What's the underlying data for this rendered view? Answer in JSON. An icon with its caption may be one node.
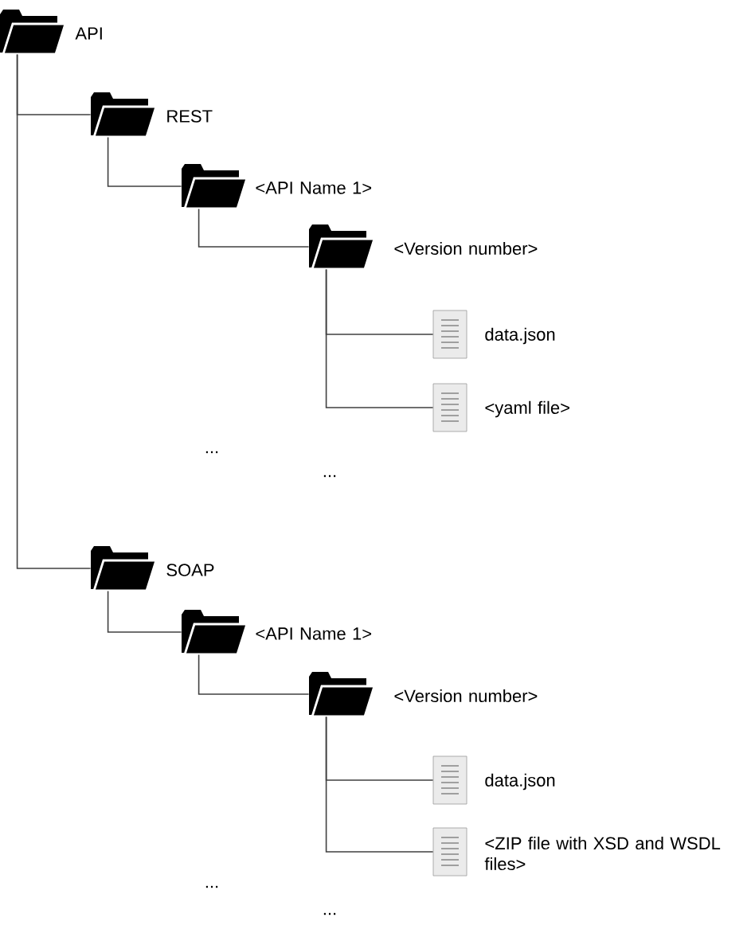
{
  "diagram": {
    "nodes": [
      {
        "text": [
          "API"
        ]
      },
      {
        "text": [
          "REST"
        ]
      },
      {
        "text": [
          "<API Name 1>"
        ]
      },
      {
        "text": [
          "<Version number>"
        ]
      },
      {
        "text": [
          "data.json"
        ]
      },
      {
        "text": [
          "<yaml file>"
        ]
      },
      {
        "text": [
          "SOAP"
        ]
      },
      {
        "text": [
          "<API Name 1>"
        ]
      },
      {
        "text": [
          "<Version number>"
        ]
      },
      {
        "text": [
          "data.json"
        ]
      },
      {
        "text": [
          "<ZIP file with XSD and WSDL files>"
        ]
      }
    ],
    "edges": [
      {
        "from": 0,
        "to": 1,
        "arrow": "none"
      },
      {
        "from": 1,
        "to": 2,
        "arrow": "none"
      },
      {
        "from": 2,
        "to": 3,
        "arrow": "none"
      },
      {
        "from": 3,
        "to": 4,
        "arrow": "none"
      },
      {
        "from": 3,
        "to": 5,
        "arrow": "none"
      },
      {
        "from": 0,
        "to": 6,
        "arrow": "none"
      },
      {
        "from": 6,
        "to": 7,
        "arrow": "none"
      },
      {
        "from": 7,
        "to": 8,
        "arrow": "none"
      },
      {
        "from": 8,
        "to": 9,
        "arrow": "none"
      },
      {
        "from": 8,
        "to": 10,
        "arrow": "none"
      }
    ],
    "labels": [
      "...",
      "...",
      "...",
      "..."
    ]
  }
}
